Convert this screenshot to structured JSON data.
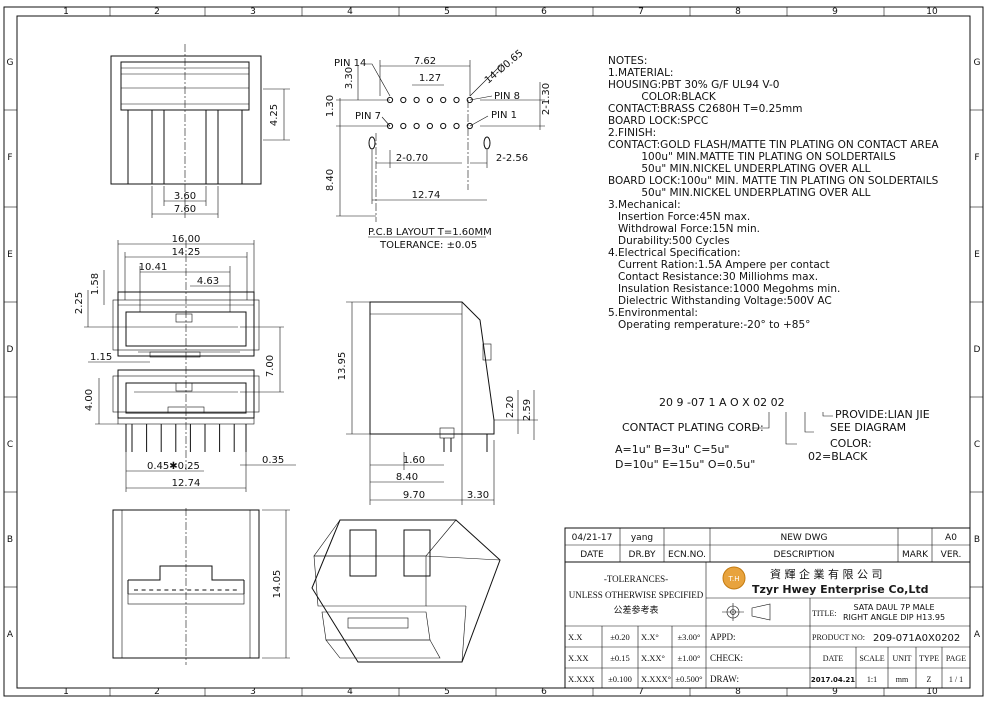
{
  "border": {
    "cols": [
      "1",
      "2",
      "3",
      "4",
      "5",
      "6",
      "7",
      "8",
      "9",
      "10"
    ],
    "rows": [
      "G",
      "F",
      "E",
      "D",
      "C",
      "B",
      "A"
    ]
  },
  "dims": {
    "top_width_inner": "3.60",
    "top_width_outer": "7.60",
    "top_height": "4.25",
    "pcb_762": "7.62",
    "pcb_127": "1.27",
    "pcb_330": "3.30",
    "pcb_130a": "1.30",
    "pcb_130b": "2-1.30",
    "pcb_holes": "14-Ø0.65",
    "pcb_070": "2-0.70",
    "pcb_256": "2-2.56",
    "pcb_840": "8.40",
    "pcb_1274": "12.74",
    "pin14": "PIN 14",
    "pin8": "PIN 8",
    "pin7": "PIN 7",
    "pin1": "PIN 1",
    "front_1600": "16.00",
    "front_1425": "14.25",
    "front_1041": "10.41",
    "front_463": "4.63",
    "front_158": "1.58",
    "front_225": "2.25",
    "front_115": "1.15",
    "front_700": "7.00",
    "front_400": "4.00",
    "front_045": "0.45✱0.25",
    "front_035": "0.35",
    "front_1274": "12.74",
    "side_1395": "13.95",
    "side_220": "2.20",
    "side_259": "2.59",
    "side_160": "1.60",
    "side_840": "8.40",
    "side_970": "9.70",
    "side_330": "3.30",
    "bottom_1405": "14.05"
  },
  "pcb_layout": {
    "title": "P.C.B LAYOUT T=1.60MM",
    "tolerance": "TOLERANCE: ±0.05"
  },
  "notes": [
    "NOTES:",
    "1.MATERIAL:",
    "HOUSING:PBT 30% G/F UL94 V-0",
    "          COLOR:BLACK",
    "CONTACT:BRASS C2680H T=0.25mm",
    "BOARD LOCK:SPCC",
    "2.FINISH:",
    "CONTACT:GOLD FLASH/MATTE TIN PLATING ON CONTACT AREA",
    "          100u\" MIN.MATTE TIN PLATING ON SOLDERTAILS",
    "          50u\" MIN.NICKEL UNDERPLATING OVER ALL",
    "BOARD LOCK:100u\" MIN. MATTE TIN PLATING ON SOLDERTAILS",
    "          50u\" MIN.NICKEL UNDERPLATING OVER ALL",
    "3.Mechanical:",
    "   Insertion Force:45N max.",
    "   Withdrowal Force:15N min.",
    "   Durability:500 Cycles",
    "4.Electrical Specification:",
    "   Current Ration:1.5A Ampere per contact",
    "   Contact Resistance:30 Milliohms max.",
    "   Insulation Resistance:1000 Megohms min.",
    "   Dielectric Withstanding Voltage:500V AC",
    "5.Environmental:",
    "   Operating remperature:-20° to +85°"
  ],
  "part_code": {
    "code": "20 9 -07 1 A O X 02 02",
    "provide": "PROVIDE:LIAN JIE",
    "see": "SEE DIAGRAM",
    "plating_cord": "CONTACT PLATING CORD:",
    "color": "COLOR:",
    "black": "02=BLACK",
    "opts1": "A=1u\"   B=3u\"   C=5u\"",
    "opts2": "D=10u\" E=15u\" O=0.5u\""
  },
  "title_block": {
    "rev_date": "04/21-17",
    "rev_by": "yang",
    "rev_desc": "NEW DWG",
    "rev_ver": "A0",
    "h_date": "DATE",
    "h_drby": "DR.BY",
    "h_ecn": "ECN.NO.",
    "h_desc": "DESCRIPTION",
    "h_mark": "MARK",
    "h_ver": "VER.",
    "tol1": "-TOLERANCES-",
    "tol2": "UNLESS OTHERWISE SPECIFIED",
    "tol3": "公差参考表",
    "logo": "T.H",
    "company_cn": "資 輝 企 業 有 限 公 司",
    "company_en": "Tzyr Hwey Enterprise Co,Ltd",
    "title_lbl": "TITLE:",
    "title1": "SATA DAUL 7P MALE",
    "title2": "RIGHT ANGLE DIP H13.95",
    "tol_rows": [
      [
        "X.X",
        "±0.20",
        "X.X°",
        "±3.00°"
      ],
      [
        "X.XX",
        "±0.15",
        "X.XX°",
        "±1.00°"
      ],
      [
        "X.XXX",
        "±0.100",
        "X.XXX°",
        "±0.500°"
      ]
    ],
    "appd": "APPD:",
    "check": "CHECK:",
    "draw": "DRAW:",
    "product_lbl": "PRODUCT NO:",
    "product_no": "209-071A0X0202",
    "c_date": "DATE",
    "c_scale": "SCALE",
    "c_unit": "UNIT",
    "c_type": "TYPE",
    "c_page": "PAGE",
    "v_date": "2017.04.21",
    "v_scale": "1:1",
    "v_unit": "mm",
    "v_type": "Z",
    "v_page": "1 / 1"
  }
}
